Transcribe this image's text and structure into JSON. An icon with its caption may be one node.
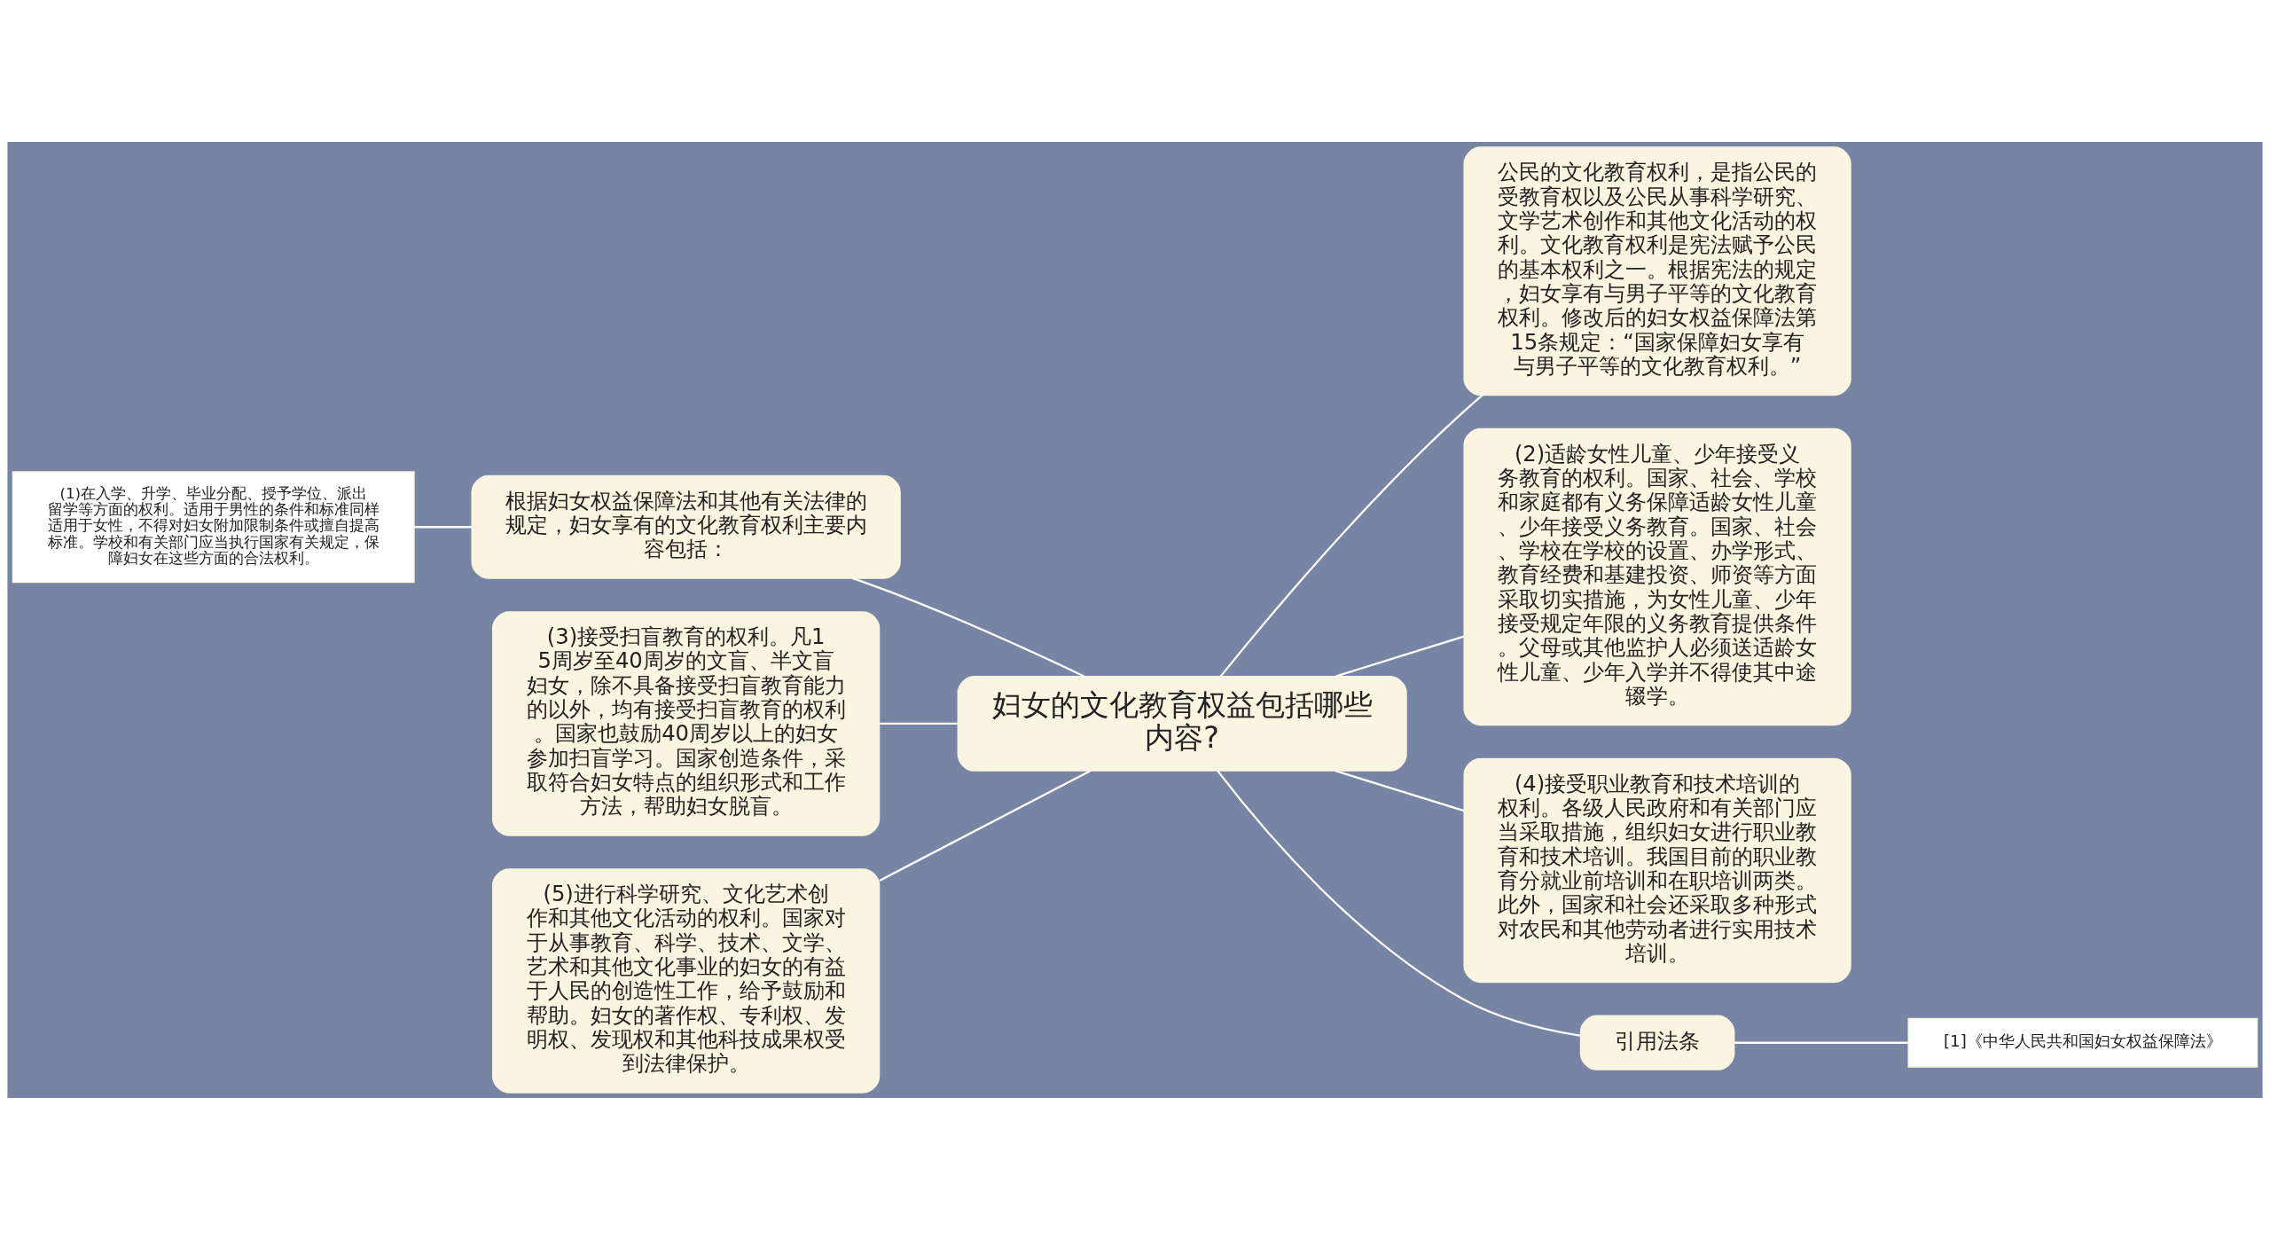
{
  "diagram": {
    "nodes": [
      {
        "text": [
          "妇女的文化教育权益包括哪些内容?"
        ]
      },
      {
        "text": [
          "根据妇女权益保障法和其他有关法律的规定，妇女享有的文化教育权利主要内容包括："
        ]
      },
      {
        "text": [
          "(1)在入学、升学、毕业分配、授予学位、派出留学等方面的权利。适用于男性的条件和标准同样适用于女性，不得对妇女附加限制条件或擅自提高标准。学校和有关部门应当执行国家有关规定，保障妇女在这些方面的合法权利。"
        ]
      },
      {
        "text": [
          "(3)接受扫盲教育的权利。凡15周岁至40周岁的文盲、半文盲妇女，除不具备接受扫盲教育能力的以外，均有接受扫盲教育的权利。国家也鼓励40周岁以上的妇女参加扫盲学习。国家创造条件，采取符合妇女特点的组织形式和工作方法，帮助妇女脱盲。"
        ]
      },
      {
        "text": [
          "(5)进行科学研究、文化艺术创作和其他文化活动的权利。国家对于从事教育、科学、技术、文学、艺术和其他文化事业的妇女的有益于人民的创造性工作，给予鼓励和帮助。妇女的著作权、专利权、发明权、发现权和其他科技成果权受到法律保护。"
        ]
      },
      {
        "text": [
          "公民的文化教育权利，是指公民的受教育权以及公民从事科学研究、文学艺术创作和其他文化活动的权利。文化教育权利是宪法赋予公民的基本权利之一。根据宪法的规定，妇女享有与男子平等的文化教育权利。修改后的妇女权益保障法第15条规定：“国家保障妇女享有与男子平等的文化教育权利。”"
        ]
      },
      {
        "text": [
          "(2)适龄女性儿童、少年接受义务教育的权利。国家、社会、学校和家庭都有义务保障适龄女性儿童、少年接受义务教育。国家、社会、学校在学校的设置、办学形式、教育经费和基建投资、师资等方面采取切实措施，为女性儿童、少年接受规定年限的义务教育提供条件。父母或其他监护人必须送适龄女性儿童、少年入学并不得使其中途辍学。"
        ]
      },
      {
        "text": [
          "(4)接受职业教育和技术培训的权利。各级人民政府和有关部门应当采取措施，组织妇女进行职业教育和技术培训。我国目前的职业教育分就业前培训和在职培训两类。此外，国家和社会还采取多种形式对农民和其他劳动者进行实用技术培训。"
        ]
      },
      {
        "text": [
          "引用法条"
        ]
      },
      {
        "text": [
          "[1]《中华人民共和国妇女权益保障法》"
        ]
      }
    ],
    "edges": [
      {
        "from": 0,
        "to": 1,
        "arrow": "none"
      },
      {
        "from": 1,
        "to": 2,
        "arrow": "none"
      },
      {
        "from": 0,
        "to": 3,
        "arrow": "none"
      },
      {
        "from": 0,
        "to": 4,
        "arrow": "none"
      },
      {
        "from": 0,
        "to": 5,
        "arrow": "none"
      },
      {
        "from": 0,
        "to": 6,
        "arrow": "none"
      },
      {
        "from": 0,
        "to": 7,
        "arrow": "none"
      },
      {
        "from": 0,
        "to": 8,
        "arrow": "none"
      },
      {
        "from": 8,
        "to": 9,
        "arrow": "none"
      }
    ]
  }
}
